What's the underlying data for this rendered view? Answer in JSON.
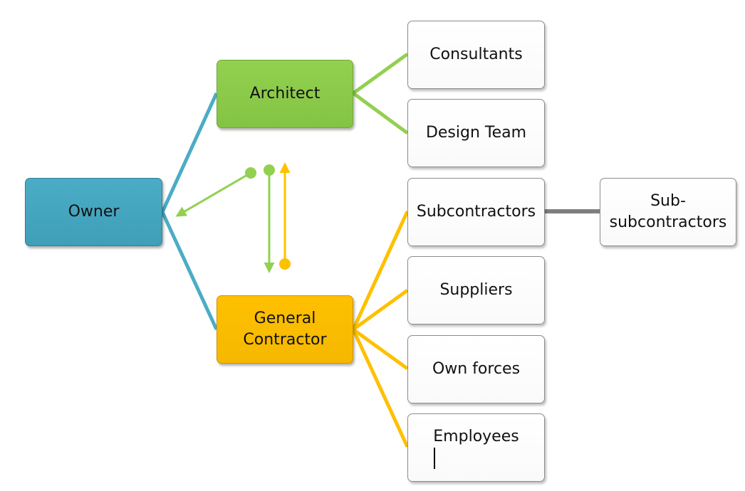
{
  "colors": {
    "owner": "#4bacc6",
    "architect": "#92d050",
    "general_contractor": "#ffc000",
    "sub_link": "#7f7f7f",
    "box_border": "#8c8c8c"
  },
  "nodes": {
    "owner": "Owner",
    "architect": "Architect",
    "general_contractor_line1": "General",
    "general_contractor_line2": "Contractor",
    "consultants": "Consultants",
    "design_team": "Design Team",
    "subcontractors": "Subcontractors",
    "sub_subcontractors_line1": "Sub-",
    "sub_subcontractors_line2": "subcontractors",
    "suppliers": "Suppliers",
    "own_forces": "Own forces",
    "employees": "Employees"
  },
  "edges": [
    {
      "from": "owner",
      "to": "architect",
      "color": "owner"
    },
    {
      "from": "owner",
      "to": "general_contractor",
      "color": "owner"
    },
    {
      "from": "architect",
      "to": "consultants",
      "color": "architect"
    },
    {
      "from": "architect",
      "to": "design_team",
      "color": "architect"
    },
    {
      "from": "general_contractor",
      "to": "subcontractors",
      "color": "general_contractor"
    },
    {
      "from": "general_contractor",
      "to": "suppliers",
      "color": "general_contractor"
    },
    {
      "from": "general_contractor",
      "to": "own_forces",
      "color": "general_contractor"
    },
    {
      "from": "general_contractor",
      "to": "employees",
      "color": "general_contractor"
    },
    {
      "from": "subcontractors",
      "to": "sub_subcontractors",
      "color": "sub_link"
    }
  ],
  "arrows": [
    {
      "name": "architect-to-owner-arrow",
      "color": "architect",
      "direction": "toward owner"
    },
    {
      "name": "architect-to-gc-arrow",
      "color": "architect",
      "direction": "down"
    },
    {
      "name": "gc-to-architect-arrow",
      "color": "general_contractor",
      "direction": "up"
    }
  ]
}
